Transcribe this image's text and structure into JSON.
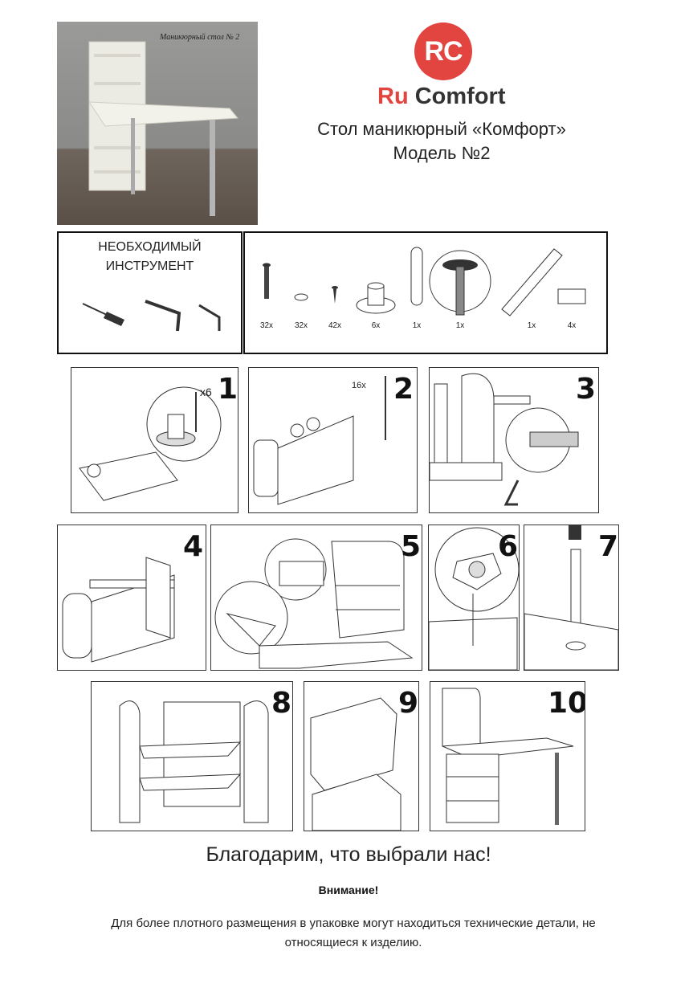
{
  "header": {
    "photo_caption": "Маникюрный стол № 2",
    "logo_monogram": "RC",
    "brand_ru": "Ru",
    "brand_comfort": "Comfort",
    "title_line1": "Стол маникюрный «Комфорт»",
    "title_line2": "Модель №2",
    "brand_color": "#e2453f"
  },
  "tools": {
    "title_line1": "НЕОБХОДИМЫЙ",
    "title_line2": "ИНСТРУМЕНТ",
    "items": [
      "screwdriver-icon",
      "hex-key-large-icon",
      "hex-key-small-icon"
    ]
  },
  "parts": [
    {
      "icon": "bolt-icon",
      "qty": "32x"
    },
    {
      "icon": "washer-icon",
      "qty": "32x"
    },
    {
      "icon": "screw-icon",
      "qty": "42x"
    },
    {
      "icon": "flange-icon",
      "qty": "6x"
    },
    {
      "icon": "rod-icon",
      "qty": "1x"
    },
    {
      "icon": "leg-icon",
      "qty": "1x"
    },
    {
      "icon": "hinge-icon",
      "qty": "1x"
    },
    {
      "icon": "bracket-icon",
      "qty": "4x"
    }
  ],
  "steps": [
    {
      "num": "1",
      "note": "x6"
    },
    {
      "num": "2",
      "note": "16x"
    },
    {
      "num": "3"
    },
    {
      "num": "4"
    },
    {
      "num": "5"
    },
    {
      "num": "6"
    },
    {
      "num": "7"
    },
    {
      "num": "8"
    },
    {
      "num": "9"
    },
    {
      "num": "10"
    }
  ],
  "footer": {
    "thanks": "Благодарим, что выбрали нас!",
    "attention": "Внимание!",
    "note_line1": "Для более плотного размещения в упаковке могут находиться технические детали, не",
    "note_line2": "относящиеся к изделию."
  }
}
